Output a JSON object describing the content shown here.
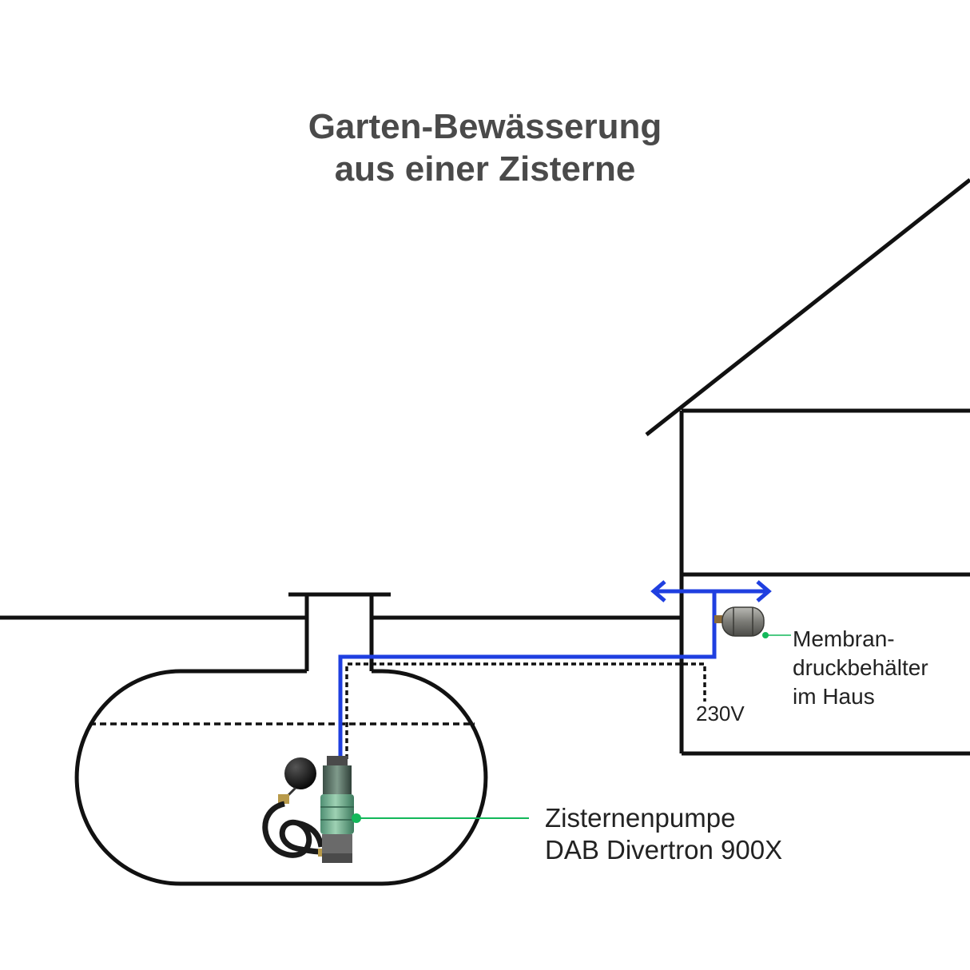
{
  "title": {
    "line1": "Garten-Bewässerung",
    "line2": "aus einer Zisterne"
  },
  "labels": {
    "pump": {
      "line1": "Zisternenpumpe",
      "line2": "DAB Divertron 900X"
    },
    "pressure_tank": {
      "line1": "Membran-",
      "line2": "druckbehälter",
      "line3": "im Haus"
    },
    "voltage": "230V"
  },
  "colors": {
    "outline": "#111111",
    "water_pipe": "#1f3fe0",
    "callout": "#12b85a",
    "title": "#4a4a4a"
  }
}
